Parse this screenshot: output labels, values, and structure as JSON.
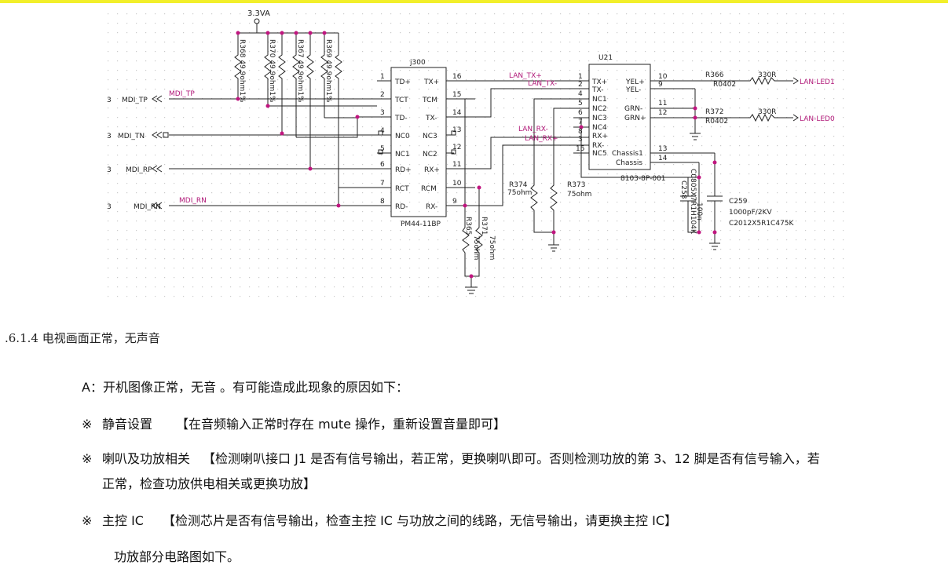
{
  "schematic": {
    "supply": "3.3VA",
    "sheet_ref": "3",
    "nets": {
      "mdi_tp": "MDI_TP",
      "mdi_tn": "MDI_TN",
      "mdi_rp": "MDI_RP",
      "mdi_rn": "MDI_RN",
      "lan_txp": "LAN_TX+",
      "lan_txn": "LAN_TX-",
      "lan_rxn": "LAN_RX-",
      "lan_rxp": "LAN_RX+",
      "led1": "LAN-LED1",
      "led0": "LAN-LED0"
    },
    "resistors_top": [
      "R368",
      "R370",
      "R367",
      "R369"
    ],
    "resistor_value_49": "49.9ohm1%",
    "j300": {
      "ref": "j300",
      "part": "PM44-11BP",
      "left_nums": [
        "1",
        "2",
        "3",
        "4",
        "5",
        "6",
        "7",
        "8"
      ],
      "left_pins": [
        "TD+",
        "TCT",
        "TD-",
        "NC0",
        "NC1",
        "RD+",
        "RCT",
        "RD-"
      ],
      "right_nums": [
        "16",
        "15",
        "14",
        "13",
        "12",
        "11",
        "10",
        "9"
      ],
      "right_pins": [
        "TX+",
        "TCM",
        "TX-",
        "NC3",
        "NC2",
        "RX+",
        "RCM",
        "RX-"
      ]
    },
    "u21": {
      "ref": "U21",
      "part": "8103-8P-001",
      "left_nums": [
        "1",
        "2",
        "4",
        "5",
        "6",
        "7",
        "8",
        "3",
        "6",
        "15"
      ],
      "left_pins": [
        "TX+",
        "TX-",
        "NC1",
        "NC2",
        "NC3",
        "NC4",
        "RX+",
        "RX-",
        "NC5",
        "Chassis1"
      ],
      "chassis": "Chassis",
      "right_nums": [
        "10",
        "9",
        "11",
        "12",
        "13",
        "14"
      ],
      "right_pins": [
        "YEL+",
        "YEL-",
        "GRN-",
        "GRN+"
      ]
    },
    "r366": "R366",
    "r372": "R372",
    "r0402": "R0402",
    "v330": "330R",
    "r374": "R374",
    "r373": "R373",
    "v75": "75ohm",
    "r365": "R365",
    "r371": "R371",
    "v75b": "75ohm",
    "c258": "C258",
    "c258_part": "C0805X7R1H104K",
    "c258_val": "100n",
    "c259": "C259",
    "c259_val": "1000pF/2KV",
    "c259_part": "C2012X5R1C475K"
  },
  "doc": {
    "heading": ".6.1.4 电视画面正常，无声音",
    "line_a": "A：开机图像正常，无音 。有可能造成此现象的原因如下：",
    "bullet_mark": "※",
    "b1_title": "静音设置",
    "b1_detail": "【在音频输入正常时存在 mute 操作，重新设置音量即可】",
    "b2_title": "喇叭及功放相关",
    "b2_detail": "【检测喇叭接口 J1 是否有信号输出，若正常，更换喇叭即可。否则检测功放的第 3、12 脚是否有信号输入，若",
    "b2_cont": "正常，检查功放供电相关或更换功放】",
    "b3_title": "主控 IC",
    "b3_detail": "【检测芯片是否有信号输出，检查主控 IC 与功放之间的线路，无信号输出，请更换主控 IC】",
    "tail": "功放部分电路图如下。"
  }
}
